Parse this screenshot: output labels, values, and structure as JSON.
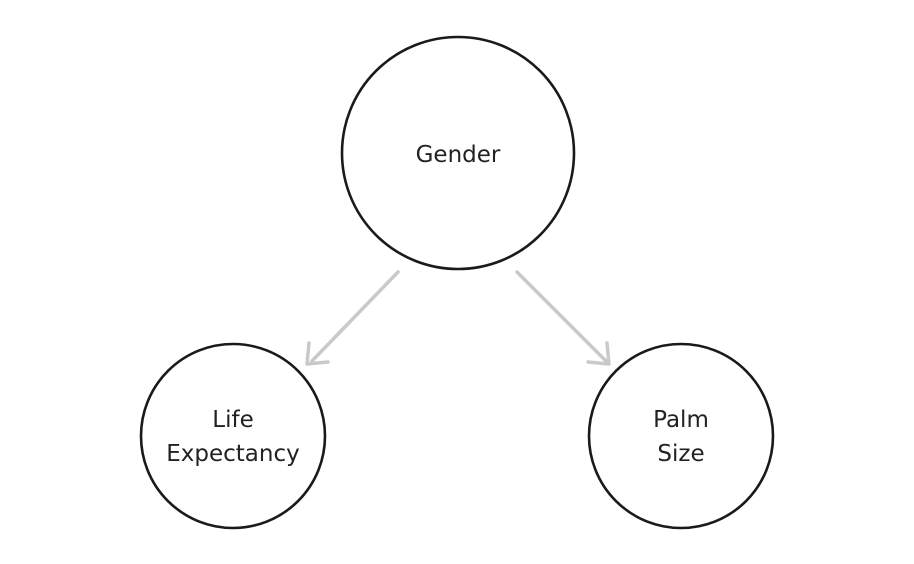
{
  "diagram": {
    "nodes": {
      "gender": {
        "lines": [
          "Gender"
        ]
      },
      "life_expectancy": {
        "lines": [
          "Life",
          "Expectancy"
        ]
      },
      "palm_size": {
        "lines": [
          "Palm",
          "Size"
        ]
      }
    },
    "edges": [
      {
        "from": "gender",
        "to": "life_expectancy"
      },
      {
        "from": "gender",
        "to": "palm_size"
      }
    ],
    "colors": {
      "node_stroke": "#1a1a1a",
      "arrow": "#c9c9c9",
      "text": "#222222"
    }
  }
}
